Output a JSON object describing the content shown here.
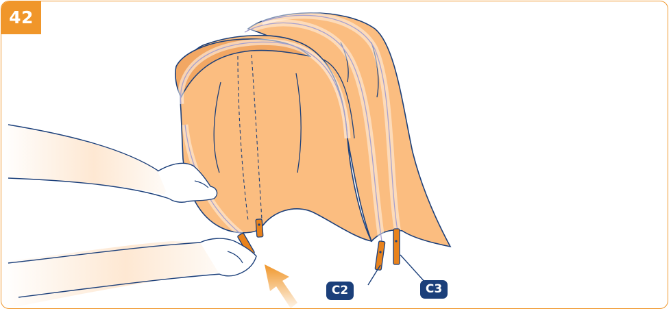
{
  "step": {
    "number": "42"
  },
  "callouts": {
    "c2": "C2",
    "c3": "C3"
  },
  "colors": {
    "border": "#f0962a",
    "fabric": "#fbbd80",
    "fabric_dark": "#f2a763",
    "outline": "#1b3f7a",
    "frame_tube": "#a7a0cf",
    "connector": "#e8821c",
    "arrow": "#f0962a",
    "skin": "#ffffff"
  },
  "icons": {
    "arrow": "push-up-arrow-icon",
    "hands": "hands-illustration"
  }
}
